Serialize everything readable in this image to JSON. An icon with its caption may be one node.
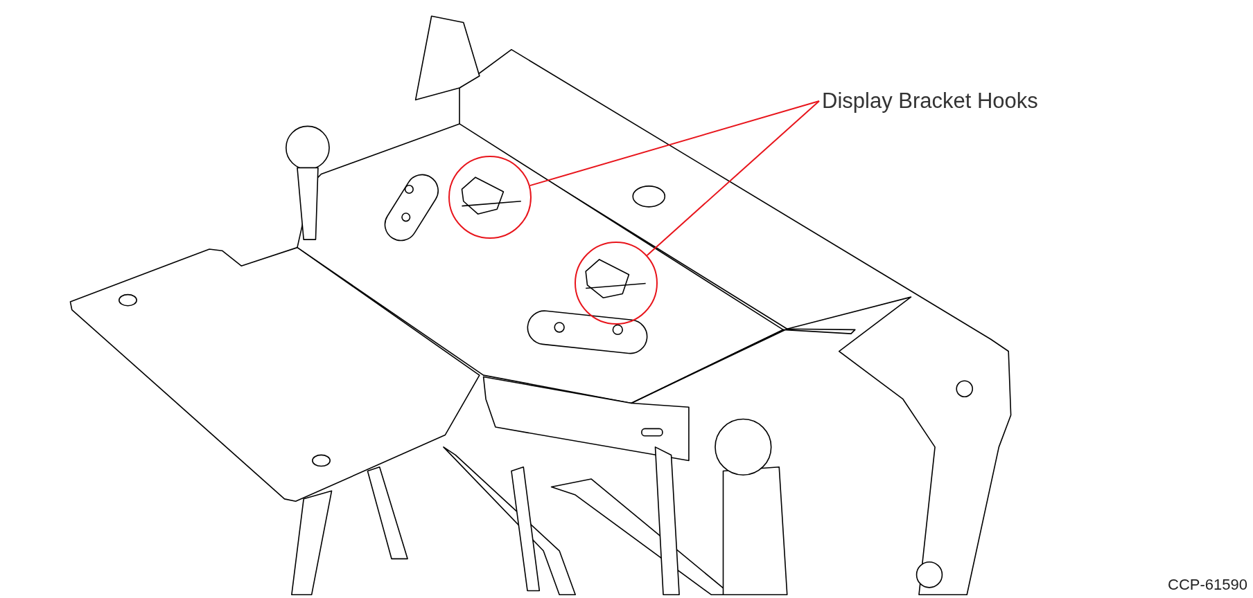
{
  "diagram": {
    "nodes": [
      {
        "text": [
          "Display Bracket Hooks"
        ]
      },
      {
        "text": [],
        "shape": "circle"
      },
      {
        "text": [],
        "shape": "circle"
      }
    ],
    "edges": [
      {
        "from": 0,
        "to": 1,
        "arrow": "none"
      },
      {
        "from": 0,
        "to": 2,
        "arrow": "none"
      }
    ],
    "labels": [
      "CCP-61590"
    ]
  }
}
